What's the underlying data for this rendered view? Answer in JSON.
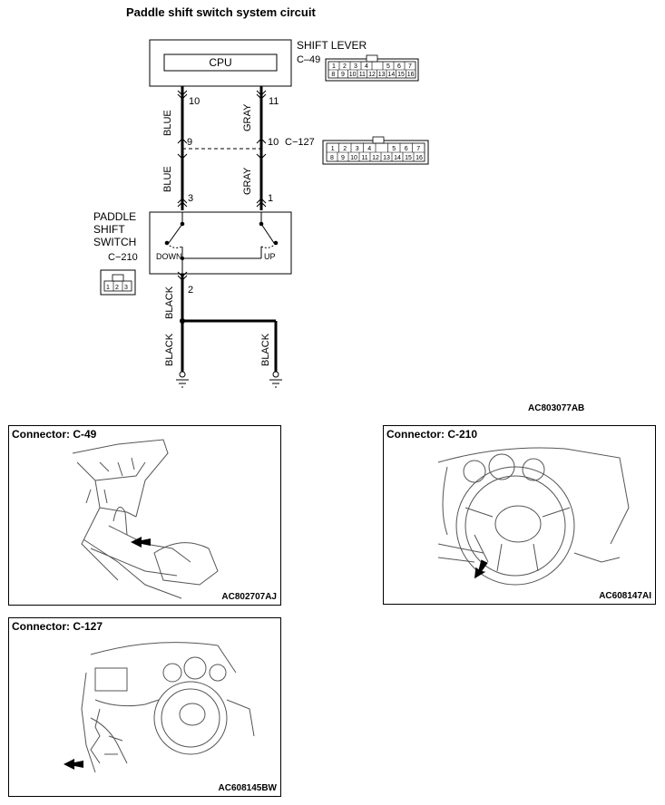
{
  "diagram": {
    "title": "Paddle shift switch system circuit",
    "reference_code": "AC803077AB",
    "shift_lever": {
      "label": "SHIFT LEVER",
      "cpu_label": "CPU",
      "connector": "C–49",
      "pins": [
        "10",
        "11"
      ],
      "connector_pins_top": [
        "1",
        "2",
        "3",
        "4",
        "",
        "5",
        "6",
        "7"
      ],
      "connector_pins_bottom": [
        "8",
        "9",
        "10",
        "11",
        "12",
        "13",
        "14",
        "15",
        "16"
      ]
    },
    "intermediate_connector": {
      "label": "C−127",
      "pins_left": "9",
      "pins_right": "10",
      "connector_pins_top": [
        "1",
        "2",
        "3",
        "4",
        "",
        "5",
        "6",
        "7"
      ],
      "connector_pins_bottom": [
        "8",
        "9",
        "10",
        "11",
        "12",
        "13",
        "14",
        "15",
        "16"
      ]
    },
    "paddle_switch": {
      "label_line1": "PADDLE",
      "label_line2": "SHIFT",
      "label_line3": "SWITCH",
      "connector": "C−210",
      "pins_top": [
        "3",
        "1"
      ],
      "pin_bottom": "2",
      "down_label": "DOWN",
      "up_label": "UP",
      "connector_pins": [
        "1",
        "2",
        "3"
      ]
    },
    "wires": {
      "blue": "BLUE",
      "gray": "GRAY",
      "black": "BLACK"
    }
  },
  "connector_views": [
    {
      "label": "Connector: C-49",
      "code": "AC802707AJ"
    },
    {
      "label": "Connector: C-210",
      "code": "AC608147AI"
    },
    {
      "label": "Connector: C-127",
      "code": "AC608145BW"
    }
  ],
  "colors": {
    "line": "#000000",
    "background": "#ffffff",
    "drawing": "#555555"
  }
}
